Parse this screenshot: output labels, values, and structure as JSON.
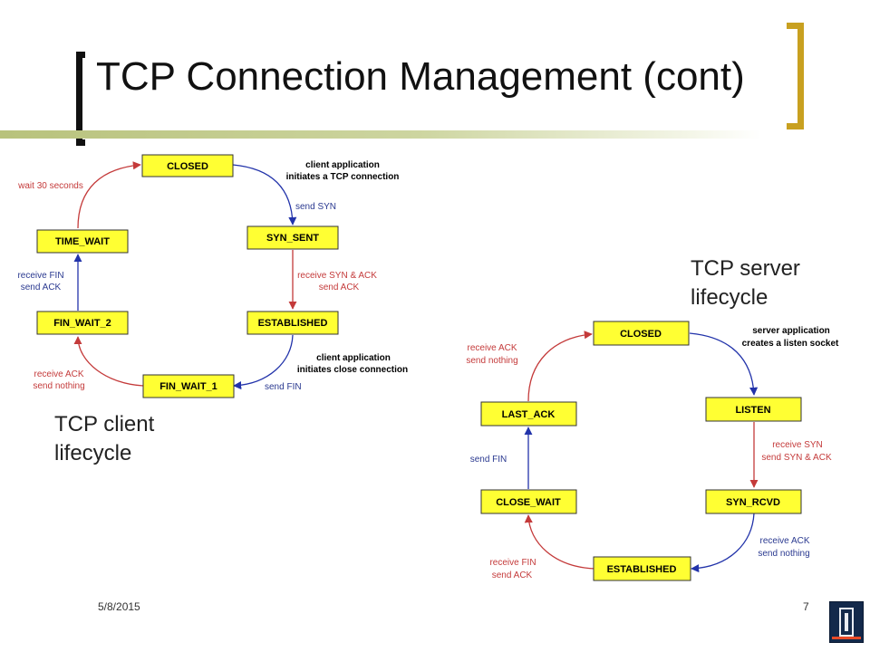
{
  "slide": {
    "title": "TCP Connection Management (cont)",
    "date": "5/8/2015",
    "page_number": "7"
  },
  "client": {
    "caption_line1": "TCP client",
    "caption_line2": "lifecycle",
    "states": {
      "closed": "CLOSED",
      "syn_sent": "SYN_SENT",
      "established": "ESTABLISHED",
      "fin_wait_1": "FIN_WAIT_1",
      "fin_wait_2": "FIN_WAIT_2",
      "time_wait": "TIME_WAIT"
    },
    "labels": {
      "init_line1": "client application",
      "init_line2": "initiates a TCP connection",
      "send_syn": "send SYN",
      "rcv_synack_line1": "receive SYN & ACK",
      "rcv_synack_line2": "send ACK",
      "close_line1": "client application",
      "close_line2": "initiates close connection",
      "send_fin": "send FIN",
      "rcv_ack_line1": "receive  ACK",
      "rcv_ack_line2": "send nothing",
      "rcv_fin_line1": "receive FIN",
      "rcv_fin_line2": "send ACK",
      "wait": "wait 30 seconds"
    }
  },
  "server": {
    "caption_line1": "TCP server",
    "caption_line2": "lifecycle",
    "states": {
      "closed": "CLOSED",
      "listen": "LISTEN",
      "syn_rcvd": "SYN_RCVD",
      "established": "ESTABLISHED",
      "close_wait": "CLOSE_WAIT",
      "last_ack": "LAST_ACK"
    },
    "labels": {
      "listen_line1": "server application",
      "listen_line2": "creates a listen socket",
      "rcv_syn_line1": "receive SYN",
      "rcv_syn_line2": "send SYN & ACK",
      "rcv_ack_line1": "receive  ACK",
      "rcv_ack_line2": "send nothing",
      "rcv_fin_line1": "receive FIN",
      "rcv_fin_line2": "send ACK",
      "send_fin": "send FIN",
      "rcv_ack2_line1": "receive  ACK",
      "rcv_ack2_line2": "send nothing"
    }
  },
  "colors": {
    "state_fill": "#ffff33",
    "arrow_blue": "#2233aa",
    "arrow_red": "#c43a3a",
    "title_bracket_accent": "#c8a020",
    "logo_navy": "#13294b",
    "logo_orange": "#e84a27"
  }
}
